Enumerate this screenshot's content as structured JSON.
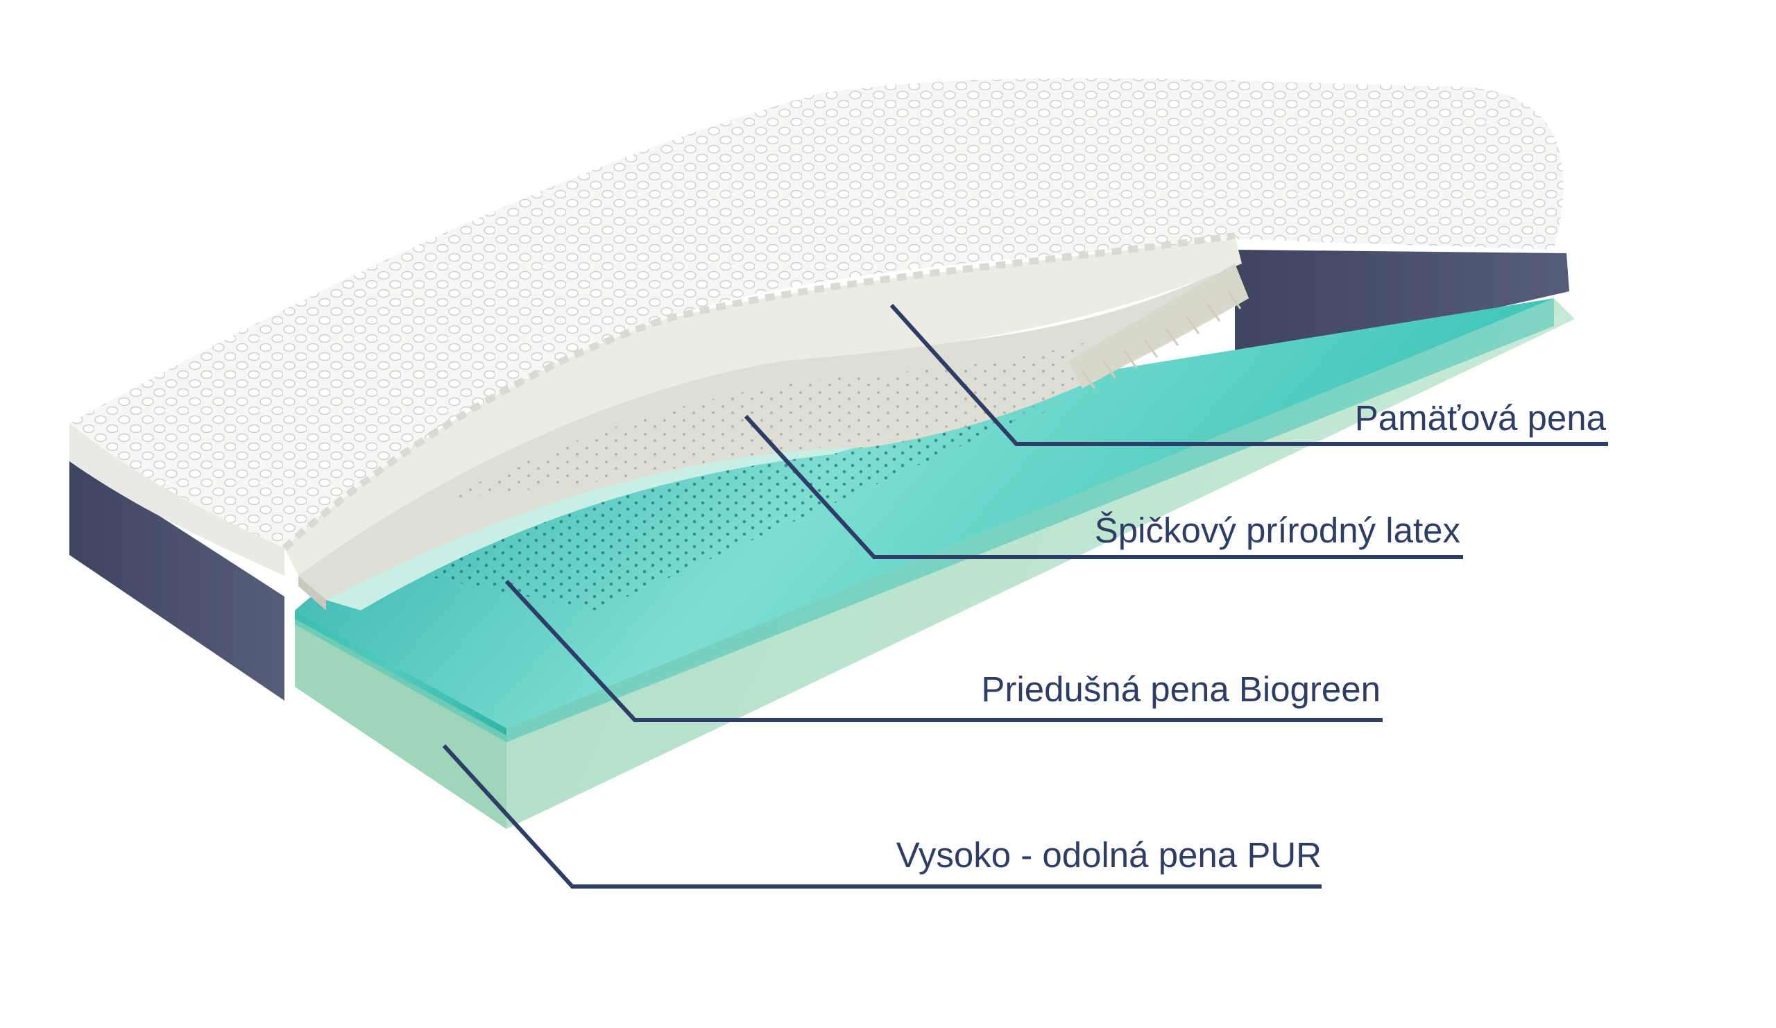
{
  "diagram": {
    "layers": [
      {
        "label": "Pamäťová pena"
      },
      {
        "label": "Špičkový prírodný latex"
      },
      {
        "label": "Priedušná pena Biogreen"
      },
      {
        "label": "Vysoko - odolná pena PUR"
      }
    ]
  },
  "colors": {
    "callout_line": "#2d3d66",
    "label_text": "#2d3d66",
    "cover_side": "#4a5068",
    "knit_cover": "#f4f4f2",
    "memory_foam": "#ecebe3",
    "latex": "#dedfd5",
    "biogreen_foam": "#3fbfb3",
    "pur_foam": "#b8e2cc"
  }
}
